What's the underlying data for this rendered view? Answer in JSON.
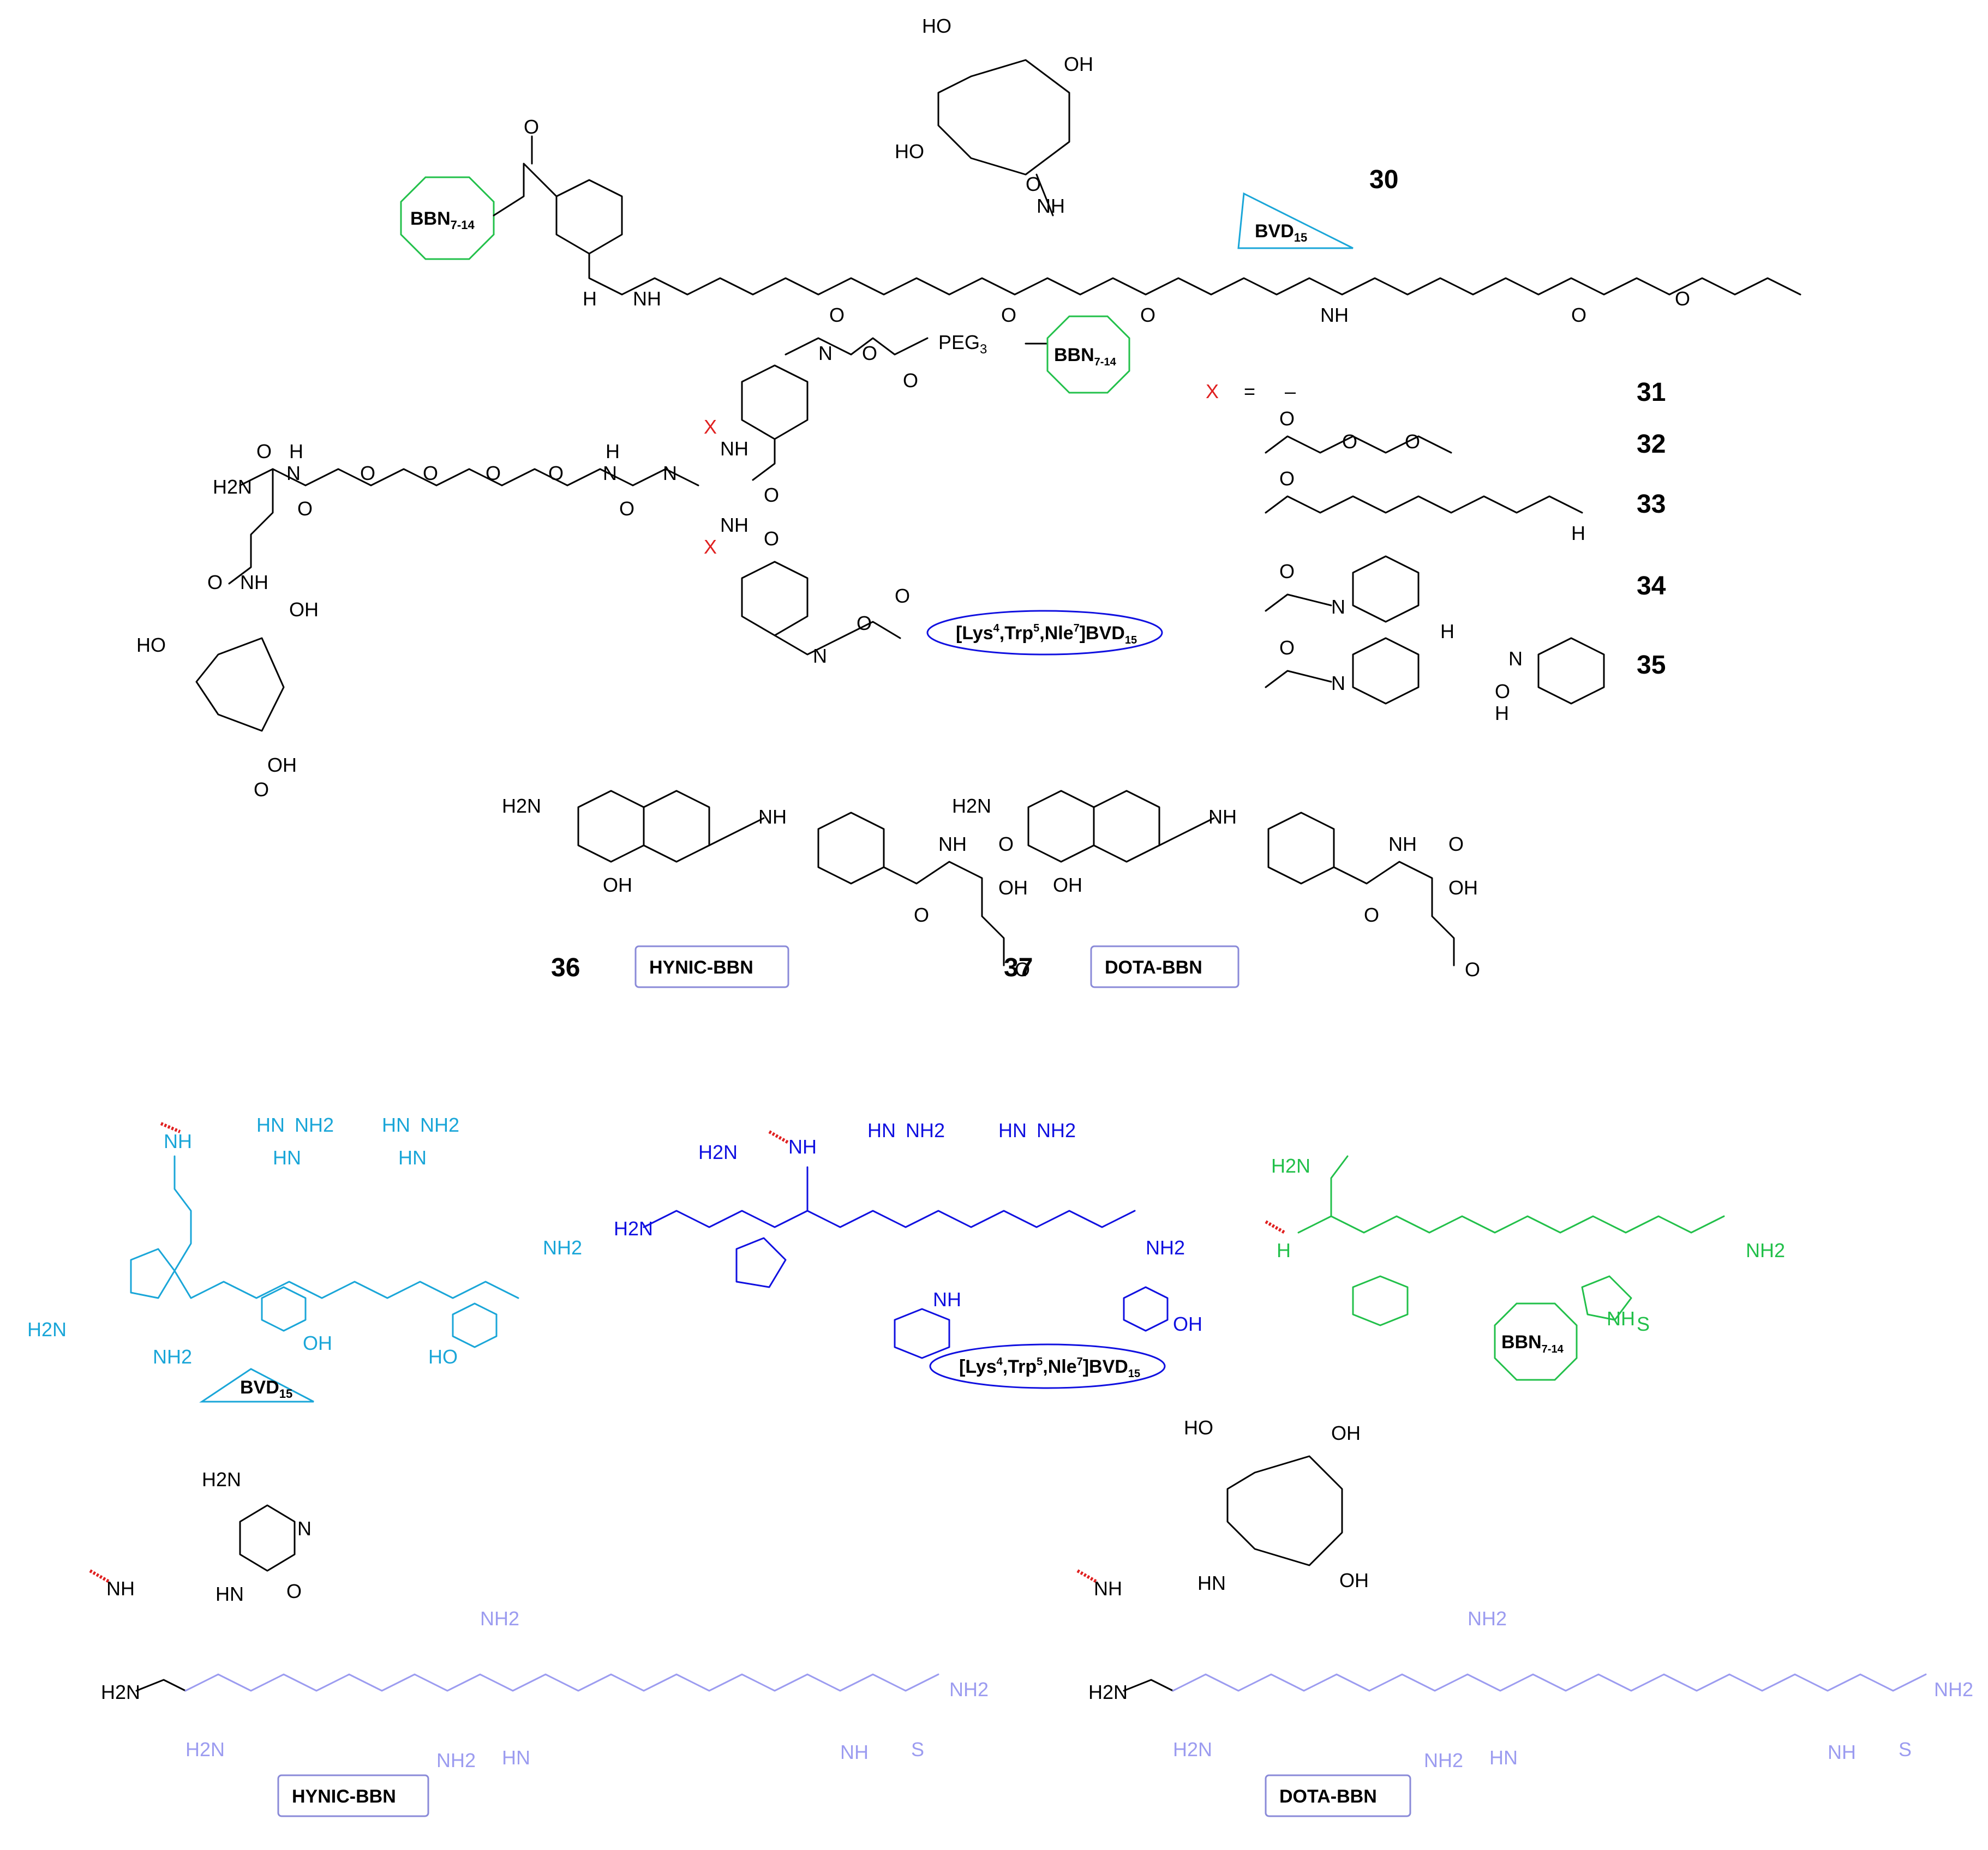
{
  "compound_labels": {
    "c30": "30",
    "c31": "31",
    "c32": "32",
    "c33": "33",
    "c34": "34",
    "c35": "35",
    "c36": "36",
    "c37": "37"
  },
  "linker_legend": {
    "x_symbol": "X",
    "equals": "=",
    "none_dash": "–"
  },
  "tags": {
    "bbn_7_14": "BBN",
    "bbn_7_14_sub": "7-14",
    "bvd15": "BVD",
    "bvd15_sub": "15",
    "lys_bvd_prefix": "[Lys",
    "lys_bvd_sup1": "4",
    "lys_bvd_mid1": ",Trp",
    "lys_bvd_sup2": "5",
    "lys_bvd_mid2": ",Nle",
    "lys_bvd_sup3": "7",
    "lys_bvd_end": "]BVD",
    "lys_bvd_sub": "15",
    "hynic_bbn": "HYNIC-BBN",
    "dota_bbn": "DOTA-BBN",
    "peg3": "PEG",
    "peg3_sub": "3"
  },
  "atom_labels": {
    "oh": "OH",
    "ho": "HO",
    "o": "O",
    "n": "N",
    "nh": "NH",
    "h": "H",
    "h2n": "H2N",
    "nh2": "NH2",
    "hn": "HN",
    "s": "S",
    "h2n_hydrazine": "H2N"
  },
  "colors": {
    "black": "#000000",
    "bvd_cyan": "#1aa6d8",
    "lys_bvd_blue": "#1010e0",
    "bbn_green": "#22c04a",
    "bbn_lavender": "#9c9cf0",
    "frame_lavender": "#8a8ad8",
    "x_red": "#e02020"
  }
}
